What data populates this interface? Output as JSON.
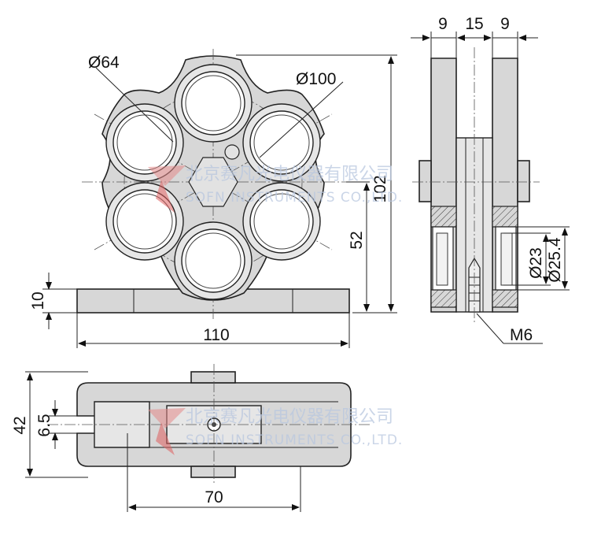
{
  "drawing": {
    "front_view": {
      "d_small": "Ø64",
      "d_large": "Ø100",
      "height_total": "102",
      "height_center": "52",
      "base_thickness": "10",
      "width": "110"
    },
    "side_view": {
      "plate_left": "9",
      "gap": "15",
      "plate_right": "9",
      "d_inner": "Ø23",
      "d_outer": "Ø25.4",
      "thread": "M6"
    },
    "top_view": {
      "depth": "42",
      "slot": "6.5",
      "length": "70"
    },
    "watermark": {
      "cn": "北京赛凡光电仪器有限公司",
      "en": "SOFN INSTRUMENTS CO.,LTD."
    }
  }
}
